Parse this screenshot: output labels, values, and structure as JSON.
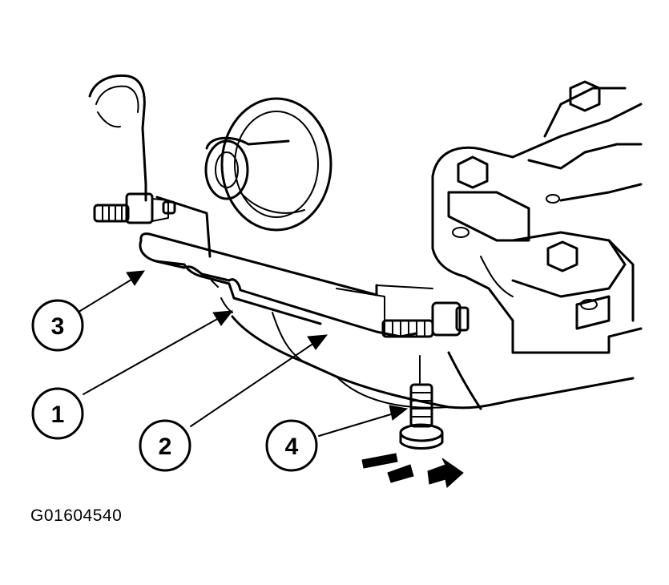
{
  "figure": {
    "code": "G01604540",
    "callouts": [
      {
        "label": "1",
        "part": "gasket-segment"
      },
      {
        "label": "2",
        "part": "oil-pan-gasket"
      },
      {
        "label": "3",
        "part": "gasket-end-tab"
      },
      {
        "label": "4",
        "part": "oil-pan-bolt"
      }
    ],
    "icons": [
      "removal-arrow-icon"
    ]
  }
}
